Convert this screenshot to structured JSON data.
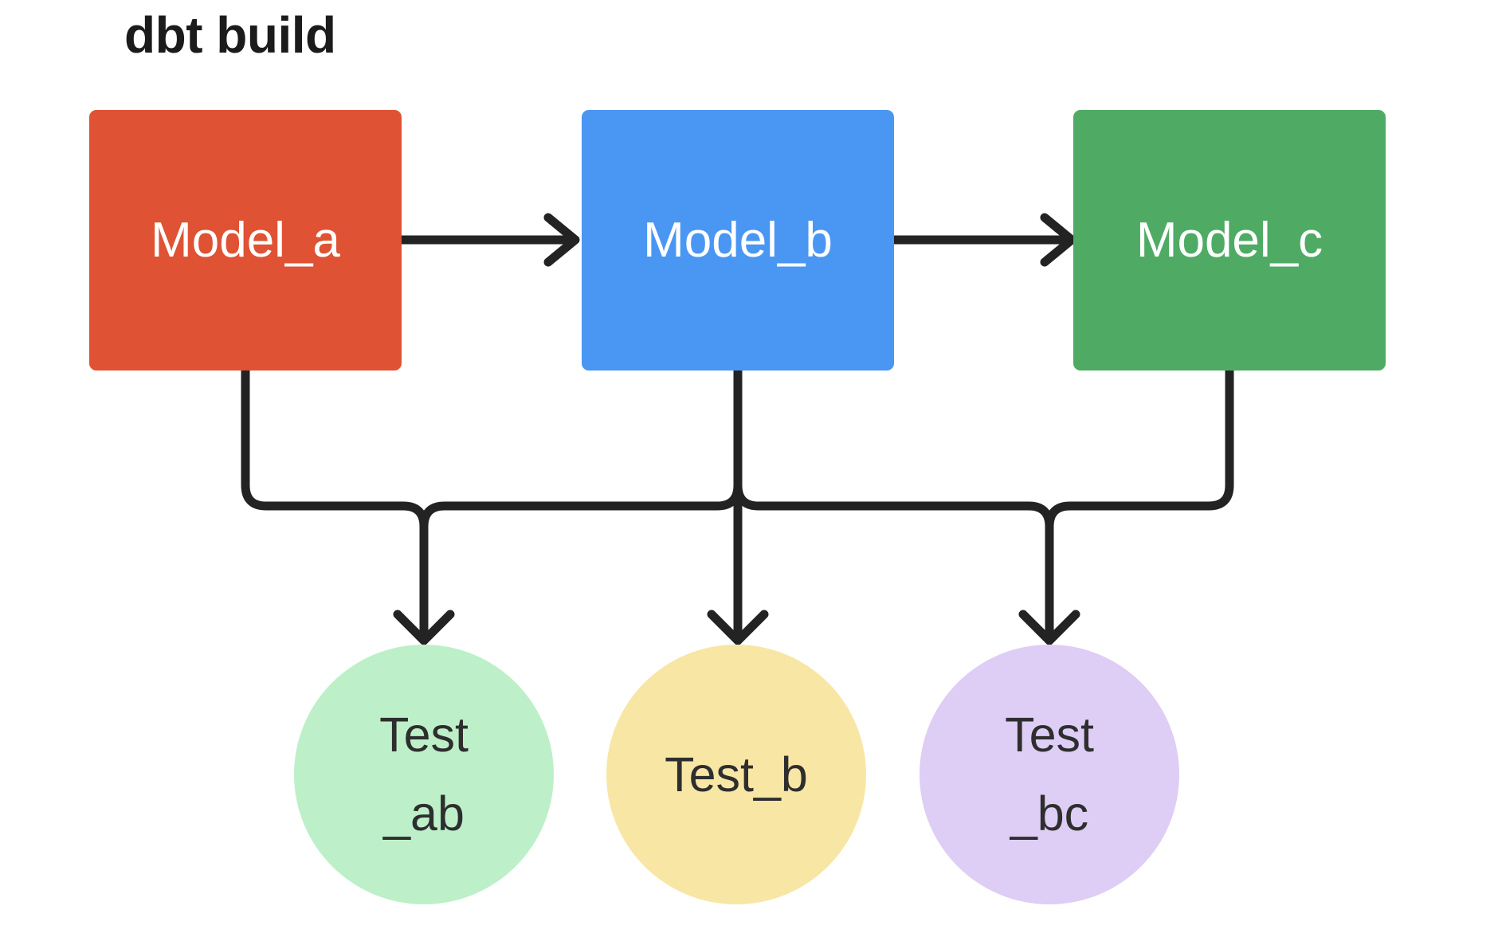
{
  "title": "dbt build",
  "colors": {
    "background": "#ffffff",
    "title-text": "#1b1b1b",
    "connector": "#232323",
    "model-a-fill": "#df5233",
    "model-b-fill": "#4a96f3",
    "model-c-fill": "#4fab64",
    "model-label-text": "#ffffff",
    "test-ab-fill": "#bdf0c9",
    "test-b-fill": "#f8e6a4",
    "test-bc-fill": "#decdf5",
    "test-label-text": "#2e2e2e"
  },
  "models": [
    {
      "id": "model_a",
      "label": "Model_a"
    },
    {
      "id": "model_b",
      "label": "Model_b"
    },
    {
      "id": "model_c",
      "label": "Model_c"
    }
  ],
  "tests": [
    {
      "id": "test_ab",
      "line1": "Test",
      "line2": "_ab"
    },
    {
      "id": "test_b",
      "line1": "Test_b",
      "line2": ""
    },
    {
      "id": "test_bc",
      "line1": "Test",
      "line2": "_bc"
    }
  ]
}
